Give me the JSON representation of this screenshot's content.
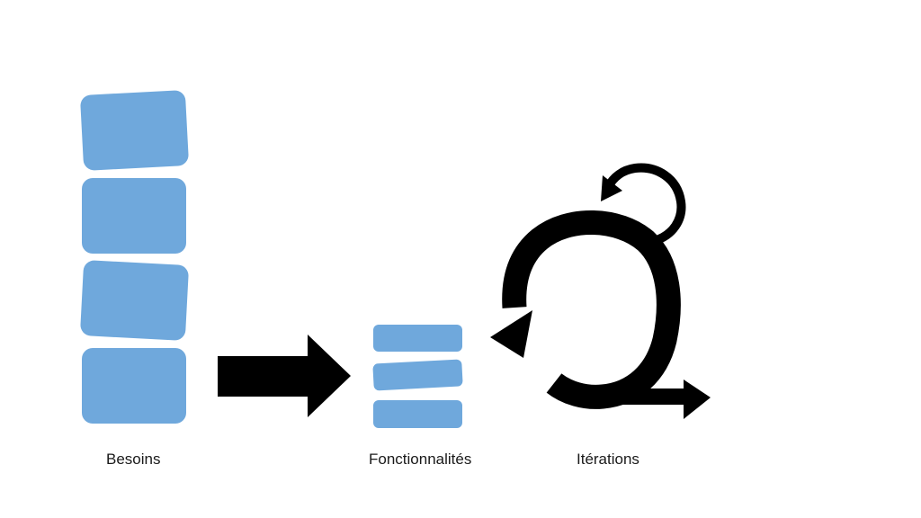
{
  "labels": {
    "needs": "Besoins",
    "features": "Fonctionnalités",
    "iterations": "Itérations"
  },
  "colors": {
    "block_fill": "#6fa8dc",
    "arrow_fill": "#000000",
    "background": "#ffffff"
  },
  "icons": {
    "flow_arrow": "right-arrow-icon",
    "cycle": "iteration-cycle-icon"
  }
}
